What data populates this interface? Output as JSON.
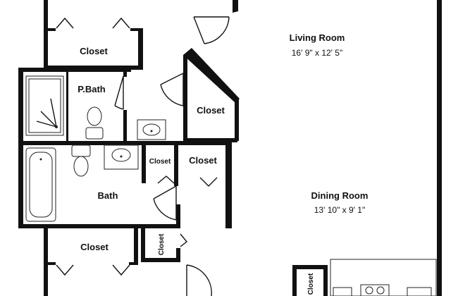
{
  "rooms": {
    "living_room": {
      "name": "Living Room",
      "dimensions": "16' 9\" x 12' 5\""
    },
    "dining_room": {
      "name": "Dining Room",
      "dimensions": "13' 10\" x 9' 1\""
    },
    "p_bath": {
      "name": "P.Bath"
    },
    "bath": {
      "name": "Bath"
    },
    "closet_top_left": {
      "name": "Closet"
    },
    "closet_center": {
      "name": "Closet"
    },
    "closet_small_mid": {
      "name": "Closet"
    },
    "closet_mid_right": {
      "name": "Closet"
    },
    "closet_bottom_left": {
      "name": "Closet"
    },
    "closet_small_bottom": {
      "name": "Closet"
    },
    "closet_bottom_right": {
      "name": "Closet"
    }
  }
}
